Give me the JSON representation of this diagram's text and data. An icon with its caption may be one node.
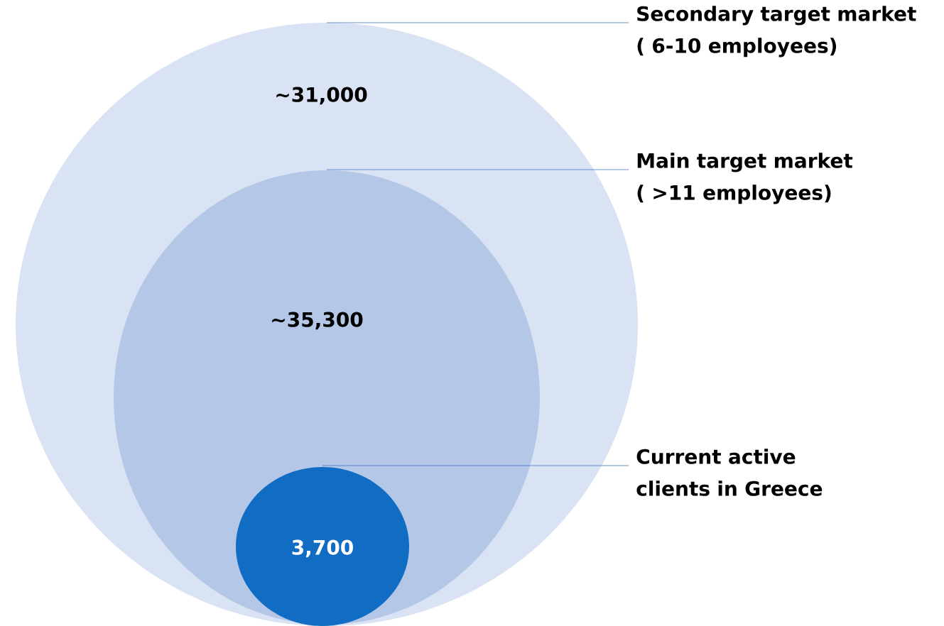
{
  "diagram": {
    "nodes": [
      {
        "text": [
          "~31,000"
        ]
      },
      {
        "text": [
          "~35,300"
        ],
        "in": 0
      },
      {
        "text": [
          "3,700"
        ],
        "in": 1
      },
      {
        "text": [
          "Secondary target market ( 6-10 employees)"
        ]
      },
      {
        "text": [
          "Main target market ( >11 employees)"
        ]
      },
      {
        "text": [
          "Current active clients in Greece"
        ]
      }
    ],
    "edges": [
      {
        "from": 3,
        "to": 0,
        "arrow": "none"
      },
      {
        "from": 4,
        "to": 1,
        "arrow": "none"
      },
      {
        "from": 5,
        "to": 2,
        "arrow": "none"
      }
    ]
  }
}
